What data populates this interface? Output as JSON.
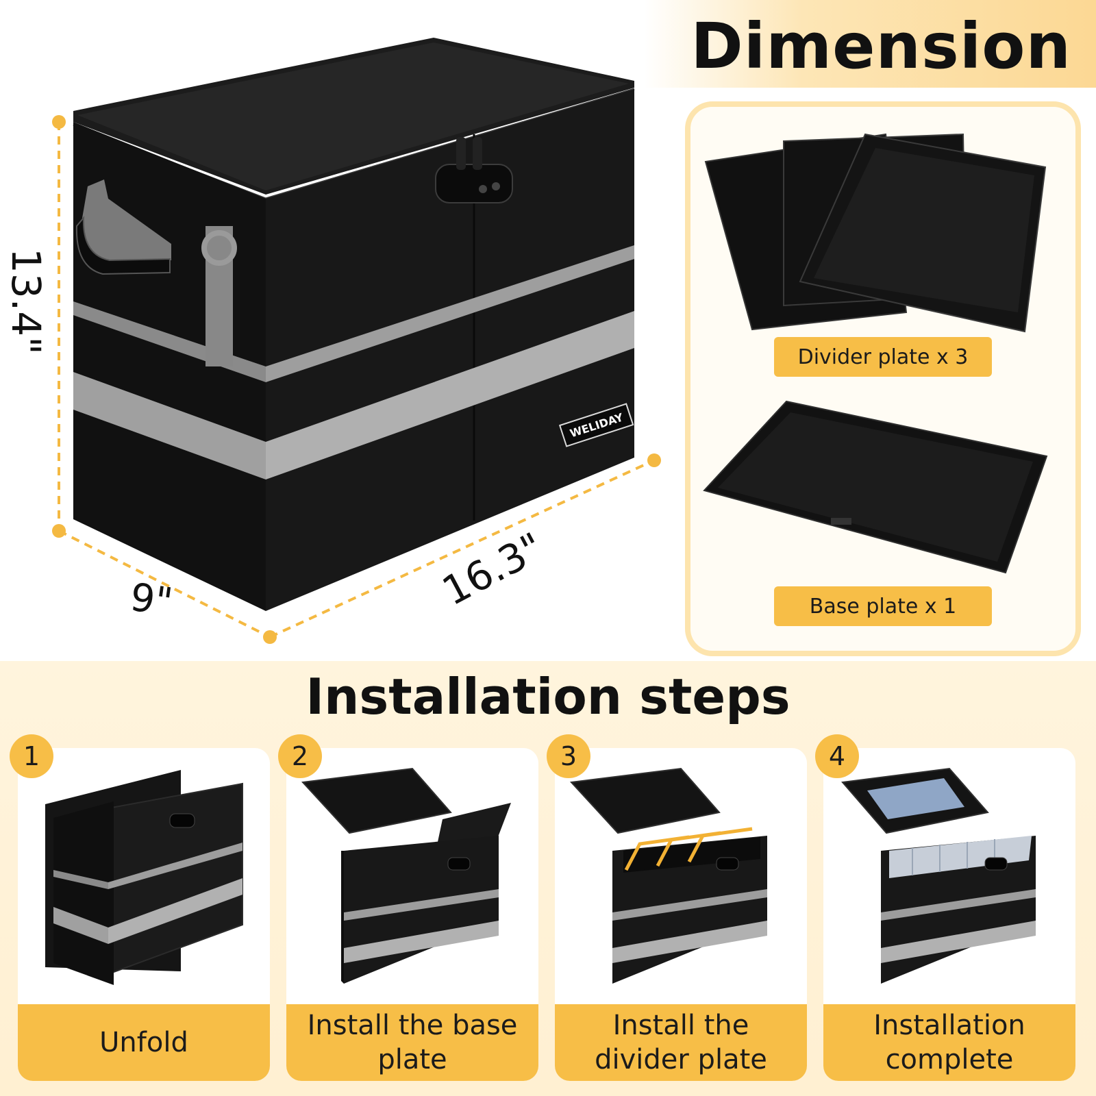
{
  "header": {
    "title": "Dimension"
  },
  "dimensions": {
    "height": "13.4\"",
    "depth": "9\"",
    "width": "16.3\""
  },
  "product": {
    "brand_tag": "WELIDAY"
  },
  "accessories": {
    "divider_label": "Divider plate x 3",
    "base_label": "Base plate x 1"
  },
  "installation": {
    "title": "Installation steps",
    "steps": [
      {
        "number": "1",
        "caption": "Unfold"
      },
      {
        "number": "2",
        "caption": "Install the base\nplate"
      },
      {
        "number": "3",
        "caption": "Install the\ndivider plate"
      },
      {
        "number": "4",
        "caption": "Installation\ncomplete"
      }
    ]
  },
  "colors": {
    "accent": "#f7be47",
    "panel_border": "#fde4ad",
    "box_black": "#141414",
    "reflective_stripe": "#a9a9a9",
    "dashed_guide": "#f4b942"
  }
}
